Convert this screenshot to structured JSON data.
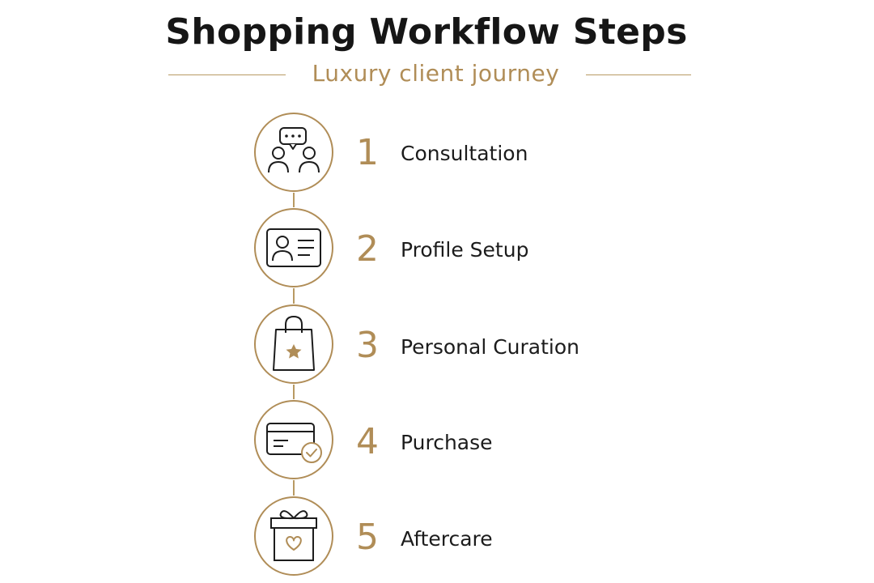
{
  "title": "Shopping Workflow Steps",
  "subtitle": "Luxury client journey",
  "colors": {
    "accent": "#b08d57",
    "line": "#b89a63",
    "text": "#1c1c1c"
  },
  "steps": [
    {
      "number": "1",
      "label": "Consultation",
      "icon": "consultation-chat-people-icon"
    },
    {
      "number": "2",
      "label": "Profile Setup",
      "icon": "profile-id-card-icon"
    },
    {
      "number": "3",
      "label": "Personal Curation",
      "icon": "shopping-bag-star-icon"
    },
    {
      "number": "4",
      "label": "Purchase",
      "icon": "credit-card-check-icon"
    },
    {
      "number": "5",
      "label": "Aftercare",
      "icon": "gift-box-heart-icon"
    }
  ]
}
